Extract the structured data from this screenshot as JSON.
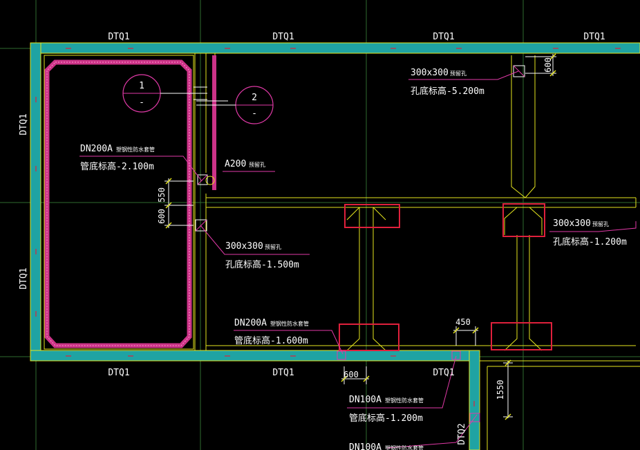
{
  "colors": {
    "background": "#000000",
    "wall": "#1fa3a3",
    "wall_outline": "#e6e61e",
    "grid": "#2f6b2f",
    "pool": "#cc3388",
    "leader": "#e23aa8",
    "highlight": "#e0203c",
    "text": "#ffffff"
  },
  "wall_labels": {
    "top": [
      "DTQ1",
      "DTQ1",
      "DTQ1",
      "DTQ1"
    ],
    "bottom": [
      "DTQ1",
      "DTQ1",
      "DTQ1"
    ],
    "left": [
      "DTQ1",
      "DTQ1"
    ],
    "lower_right": "DTQ2"
  },
  "section_markers": [
    {
      "number": "1",
      "sub": "-"
    },
    {
      "number": "2",
      "sub": "-"
    }
  ],
  "annotations": {
    "pipe_dn200_top": {
      "main": "DN200A",
      "small": "塑钢性防水套管",
      "elev": "管底标高-2.100m"
    },
    "a200": {
      "main": "A200",
      "small": "预留孔"
    },
    "hole_300_left": {
      "main": "300x300",
      "small": "预留孔",
      "elev": "孔底标高-1.500m"
    },
    "hole_300_top": {
      "main": "300x300",
      "small": "预留孔",
      "elev": "孔底标高-5.200m"
    },
    "hole_300_right": {
      "main": "300x300",
      "small": "预留孔",
      "elev": "孔底标高-1.200m"
    },
    "pipe_dn200_bottom": {
      "main": "DN200A",
      "small": "塑钢性防水套管",
      "elev": "管底标高-1.600m"
    },
    "pipe_dn100_1": {
      "main": "DN100A",
      "small": "塑钢性防水套管",
      "elev": "管底标高-1.200m"
    },
    "pipe_dn100_2": {
      "main": "DN100A",
      "small": "塑钢性防水套管"
    }
  },
  "dimensions": {
    "d600_top": "600",
    "d550": "550",
    "d600_left": "600",
    "d450": "450",
    "d600_bottom": "600",
    "d1550": "1550"
  }
}
